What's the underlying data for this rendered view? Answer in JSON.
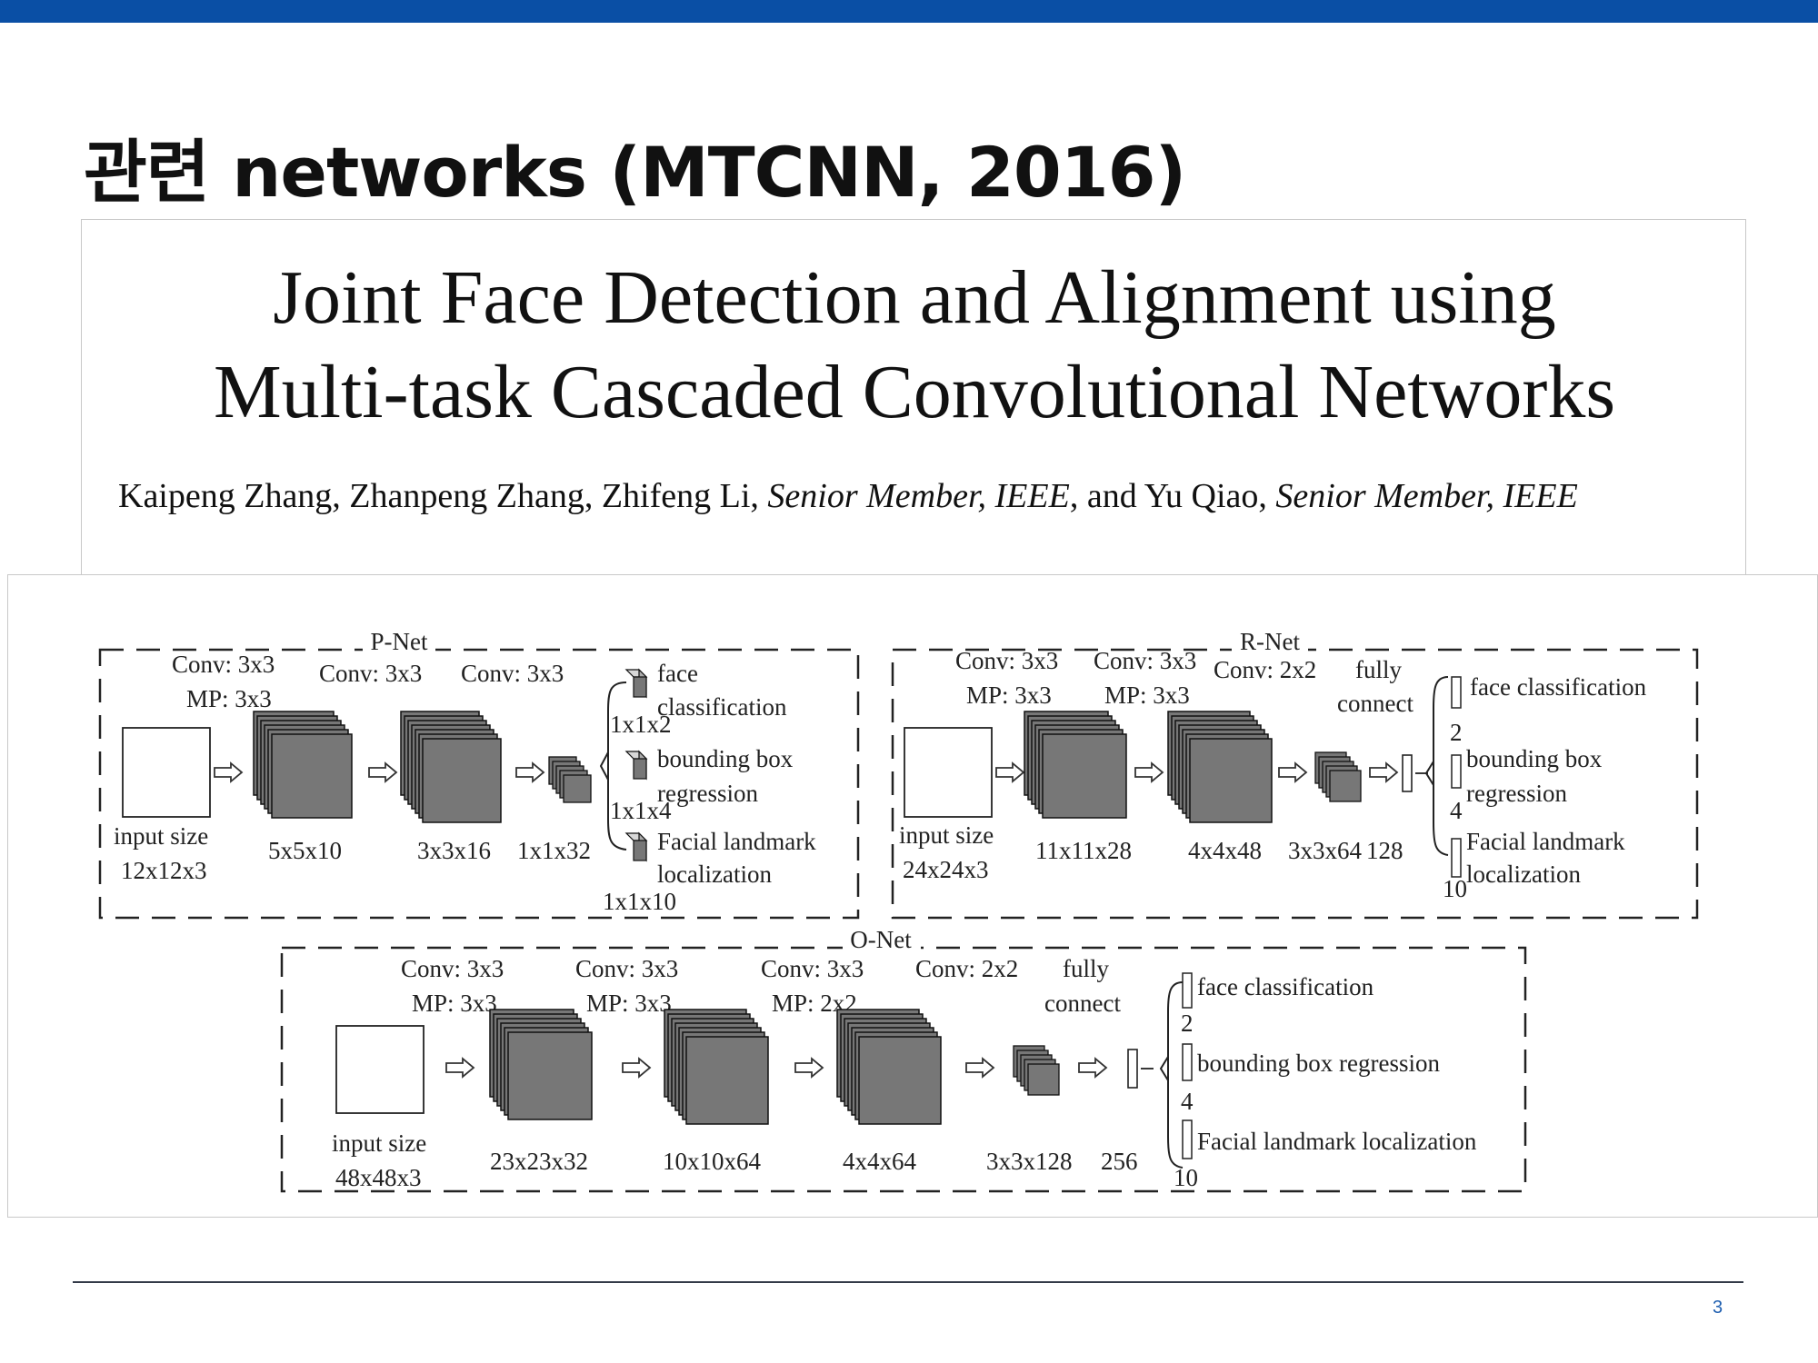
{
  "slide": {
    "title": "관련 networks (MTCNN, 2016)",
    "page_number": "3",
    "colors": {
      "top_bar": "#0a4fa5",
      "footer_rule": "#333a48",
      "page_number": "#1f5fb0",
      "feature_map": "#777777"
    }
  },
  "paper": {
    "title_line1": "Joint Face Detection and Alignment using",
    "title_line2": "Multi-task Cascaded Convolutional Networks",
    "authors_plain1": "Kaipeng Zhang, Zhanpeng Zhang, Zhifeng Li, ",
    "authors_ital1": "Senior Member, IEEE",
    "authors_plain2": ", and Yu Qiao, ",
    "authors_ital2": "Senior Member, IEEE"
  },
  "figure": {
    "pnet": {
      "name": "P-Net",
      "conv1": "Conv: 3x3",
      "mp1": "MP: 3x3",
      "conv2": "Conv: 3x3",
      "conv3": "Conv: 3x3",
      "input1": "input size",
      "input2": "12x12x3",
      "fm1": "5x5x10",
      "fm2": "3x3x16",
      "fm3": "1x1x32",
      "out1a": "face",
      "out1b": "classification",
      "out1dim": "1x1x2",
      "out2a": "bounding box",
      "out2b": "regression",
      "out2dim": "1x1x4",
      "out3a": "Facial landmark",
      "out3b": "localization",
      "out3dim": "1x1x10"
    },
    "rnet": {
      "name": "R-Net",
      "conv1": "Conv: 3x3",
      "mp1": "MP: 3x3",
      "conv2": "Conv: 3x3",
      "mp2": "MP: 3x3",
      "conv3": "Conv: 2x2",
      "fc1": "fully",
      "fc2": "connect",
      "input1": "input size",
      "input2": "24x24x3",
      "fm1": "11x11x28",
      "fm2": "4x4x48",
      "fm3": "3x3x64",
      "fc": "128",
      "out1": "face classification",
      "out1dim": "2",
      "out2a": "bounding box",
      "out2b": "regression",
      "out2dim": "4",
      "out3a": "Facial landmark",
      "out3b": "localization",
      "out3dim": "10"
    },
    "onet": {
      "name": "O-Net",
      "conv1": "Conv: 3x3",
      "mp1": "MP: 3x3",
      "conv2": "Conv: 3x3",
      "mp2": "MP: 3x3",
      "conv3": "Conv: 3x3",
      "mp3": "MP: 2x2",
      "conv4": "Conv: 2x2",
      "fc1": "fully",
      "fc2": "connect",
      "input1": "input size",
      "input2": "48x48x3",
      "fm1": "23x23x32",
      "fm2": "10x10x64",
      "fm3": "4x4x64",
      "fm4": "3x3x128",
      "fc": "256",
      "out1": "face classification",
      "out1dim": "2",
      "out2": "bounding box regression",
      "out2dim": "4",
      "out3": "Facial landmark localization",
      "out3dim": "10"
    }
  }
}
